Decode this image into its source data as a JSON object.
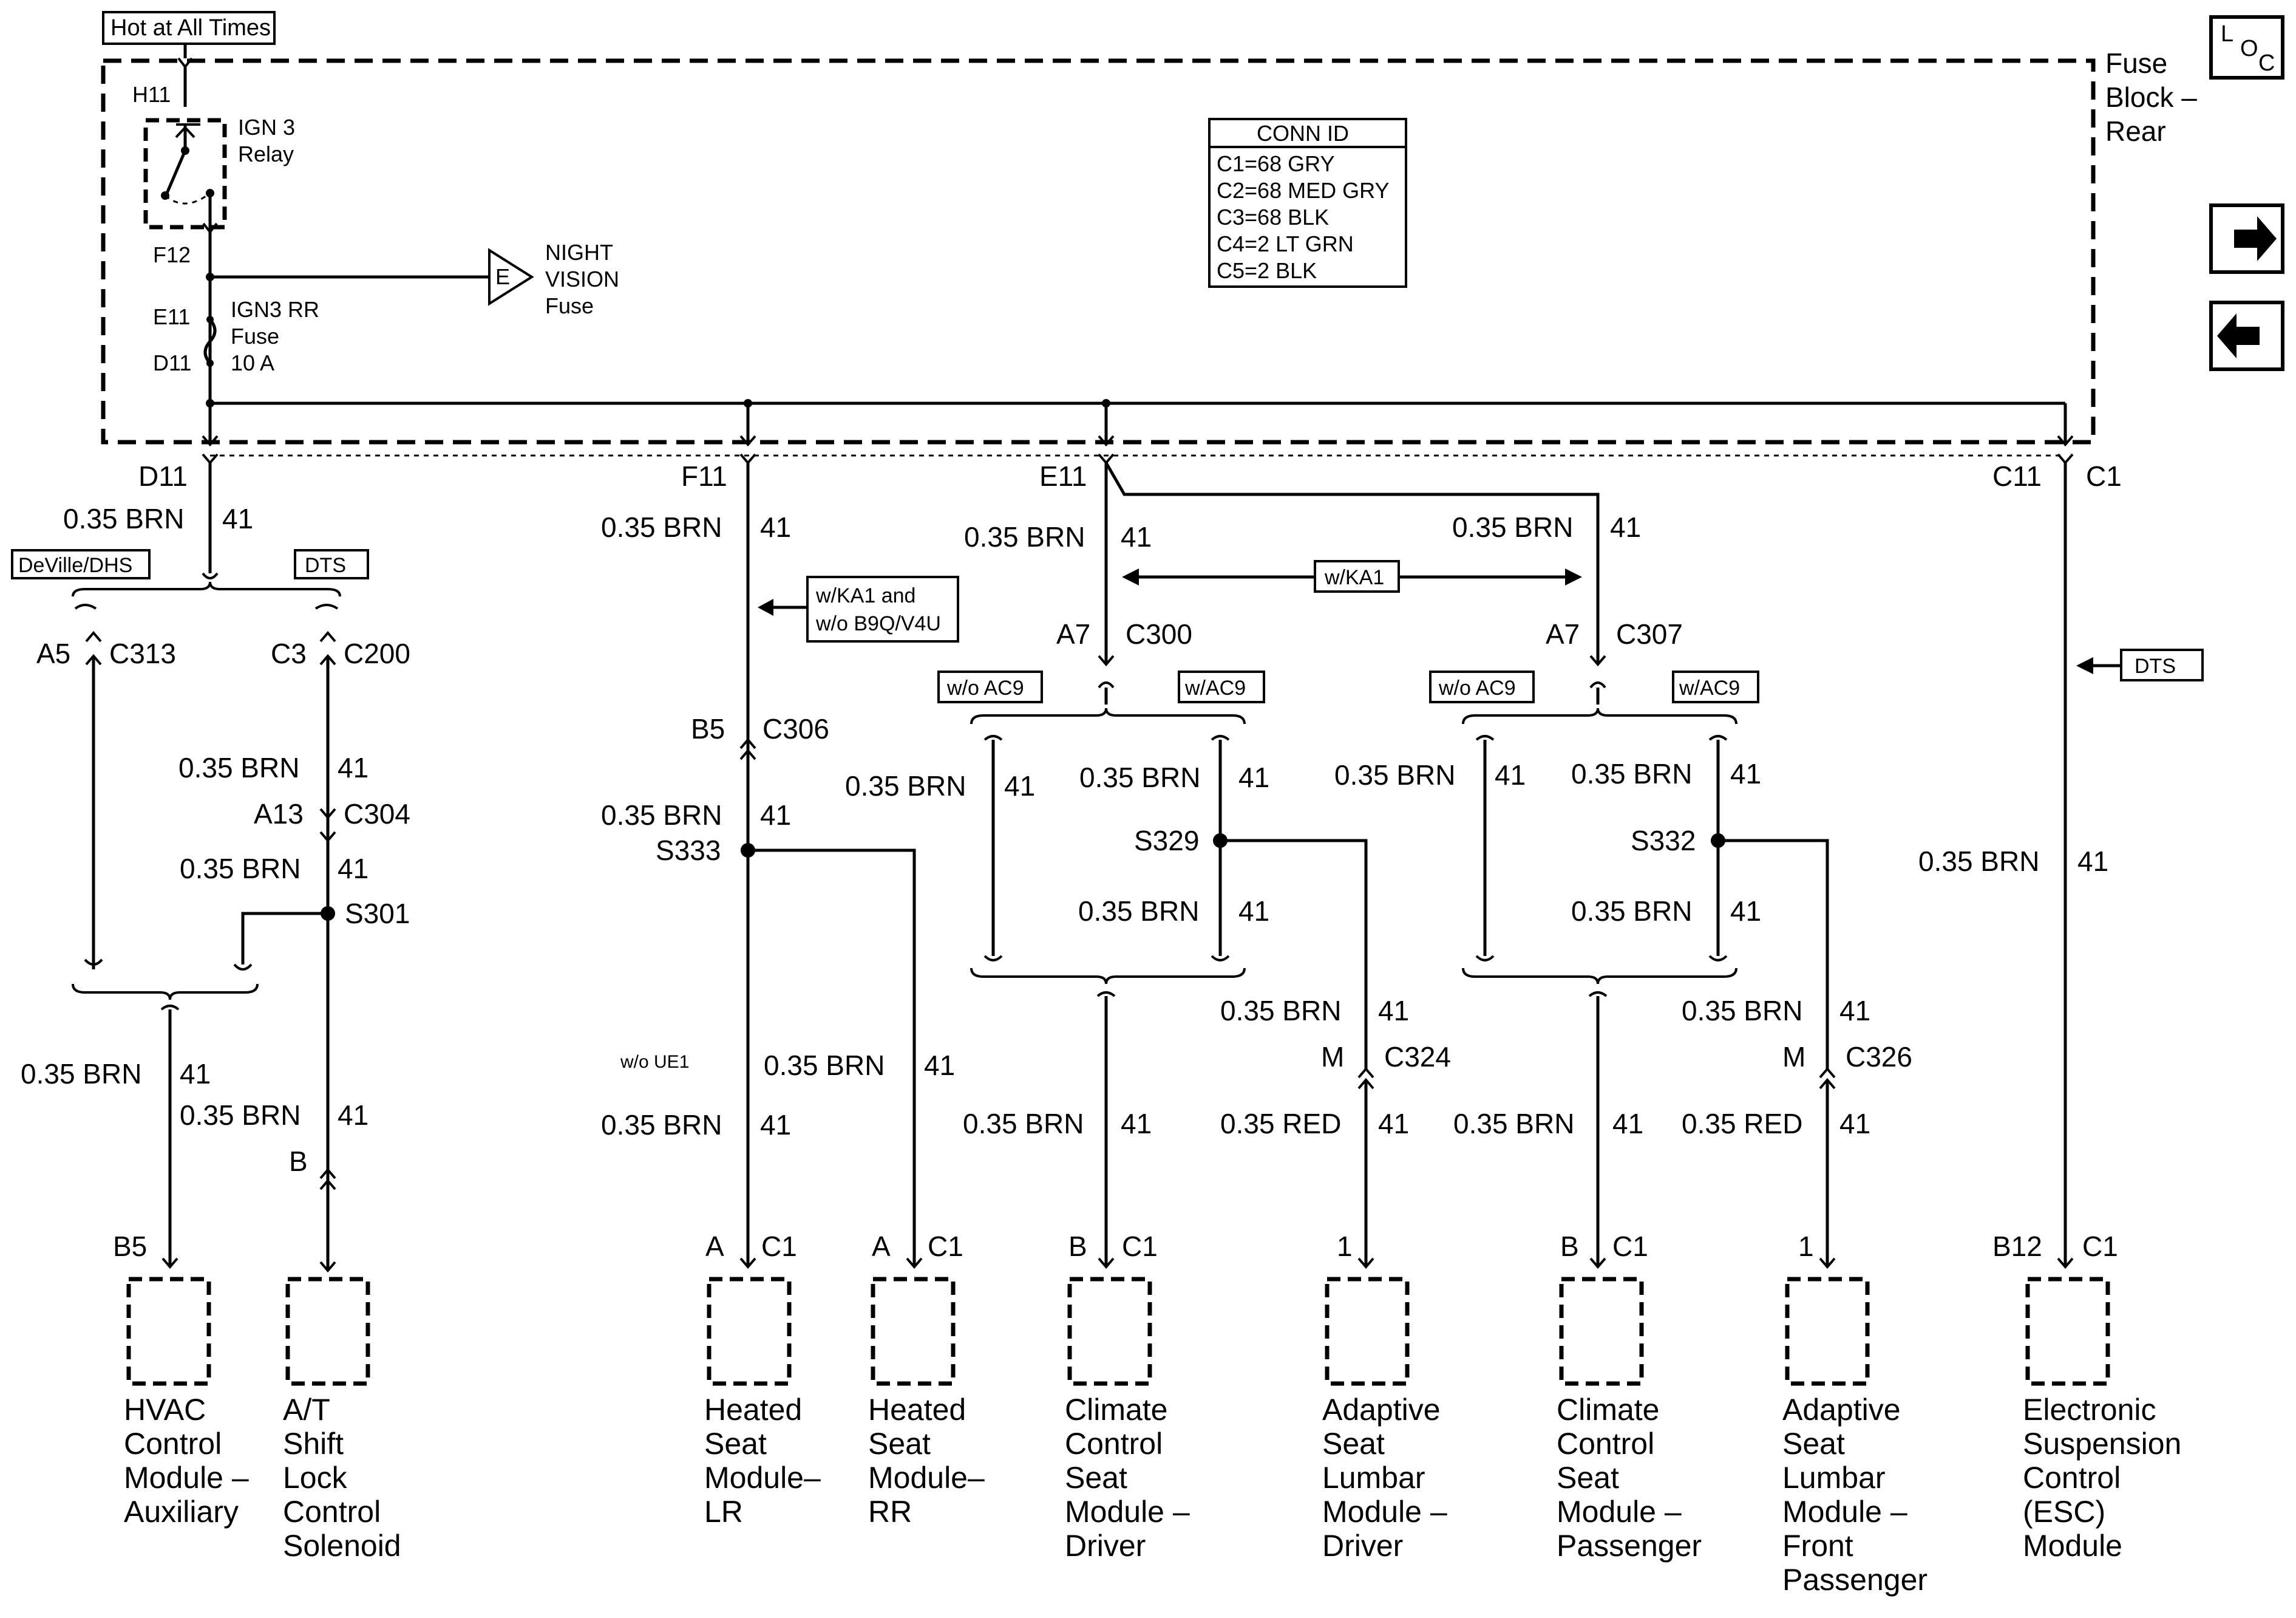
{
  "header": {
    "hot_label": "Hot at All Times",
    "fuse_block": [
      "Fuse",
      "Block –",
      "Rear"
    ],
    "loc_icon": [
      "L",
      "O",
      "C"
    ]
  },
  "nav": {
    "forward_icon": "arrow-right",
    "back_icon": "arrow-left"
  },
  "relay": {
    "pin_in": "H11",
    "pin_out": "F12",
    "label": [
      "IGN 3",
      "Relay"
    ]
  },
  "fuse": {
    "pin_in": "E11",
    "pin_out": "D11",
    "label": [
      "IGN3 RR",
      "Fuse",
      "10 A"
    ]
  },
  "night_vision": {
    "symbol": "E",
    "label": [
      "NIGHT",
      "VISION",
      "Fuse"
    ]
  },
  "conn_id": {
    "title": "CONN ID",
    "rows": [
      "C1=68 GRY",
      "C2=68 MED GRY",
      "C3=68 BLK",
      "C4=2 LT GRN",
      "C5=2 BLK"
    ]
  },
  "outputs": {
    "d11": "D11",
    "f11": "F11",
    "e11": "E11",
    "c11": "C11",
    "c1": "C1"
  },
  "wire": {
    "brn": "0.35 BRN",
    "red": "0.35 RED",
    "circuit": "41"
  },
  "options": {
    "deville": "DeVille/DHS",
    "dts": "DTS",
    "ka1_b9q": [
      "w/KA1 and",
      "w/o B9Q/V4U"
    ],
    "ka1": "w/KA1",
    "wo_ac9": "w/o AC9",
    "w_ac9": "w/AC9",
    "wo_ue1": "w/o UE1"
  },
  "connectors": {
    "a5": "A5",
    "c313": "C313",
    "c3": "C3",
    "c200": "C200",
    "a13": "A13",
    "c304": "C304",
    "b5": "B5",
    "c306": "C306",
    "a7": "A7",
    "c300": "C300",
    "c307": "C307",
    "m": "M",
    "c324": "C324",
    "c326": "C326",
    "b": "B"
  },
  "splices": {
    "s301": "S301",
    "s333": "S333",
    "s329": "S329",
    "s332": "S332"
  },
  "pins": {
    "b5": "B5",
    "a": "A",
    "c1": "C1",
    "b": "B",
    "one": "1",
    "b12": "B12"
  },
  "components": [
    {
      "name": [
        "HVAC",
        "Control",
        "Module –",
        "Auxiliary"
      ]
    },
    {
      "name": [
        "A/T",
        "Shift",
        "Lock",
        "Control",
        "Solenoid"
      ]
    },
    {
      "name": [
        "Heated",
        "Seat",
        "Module–",
        "LR"
      ]
    },
    {
      "name": [
        "Heated",
        "Seat",
        "Module–",
        "RR"
      ]
    },
    {
      "name": [
        "Climate",
        "Control",
        "Seat",
        "Module –",
        "Driver"
      ]
    },
    {
      "name": [
        "Adaptive",
        "Seat",
        "Lumbar",
        "Module –",
        "Driver"
      ]
    },
    {
      "name": [
        "Climate",
        "Control",
        "Seat",
        "Module –",
        "Passenger"
      ]
    },
    {
      "name": [
        "Adaptive",
        "Seat",
        "Lumbar",
        "Module –",
        "Front",
        "Passenger"
      ]
    },
    {
      "name": [
        "Electronic",
        "Suspension",
        "Control",
        "(ESC)",
        "Module"
      ]
    }
  ]
}
